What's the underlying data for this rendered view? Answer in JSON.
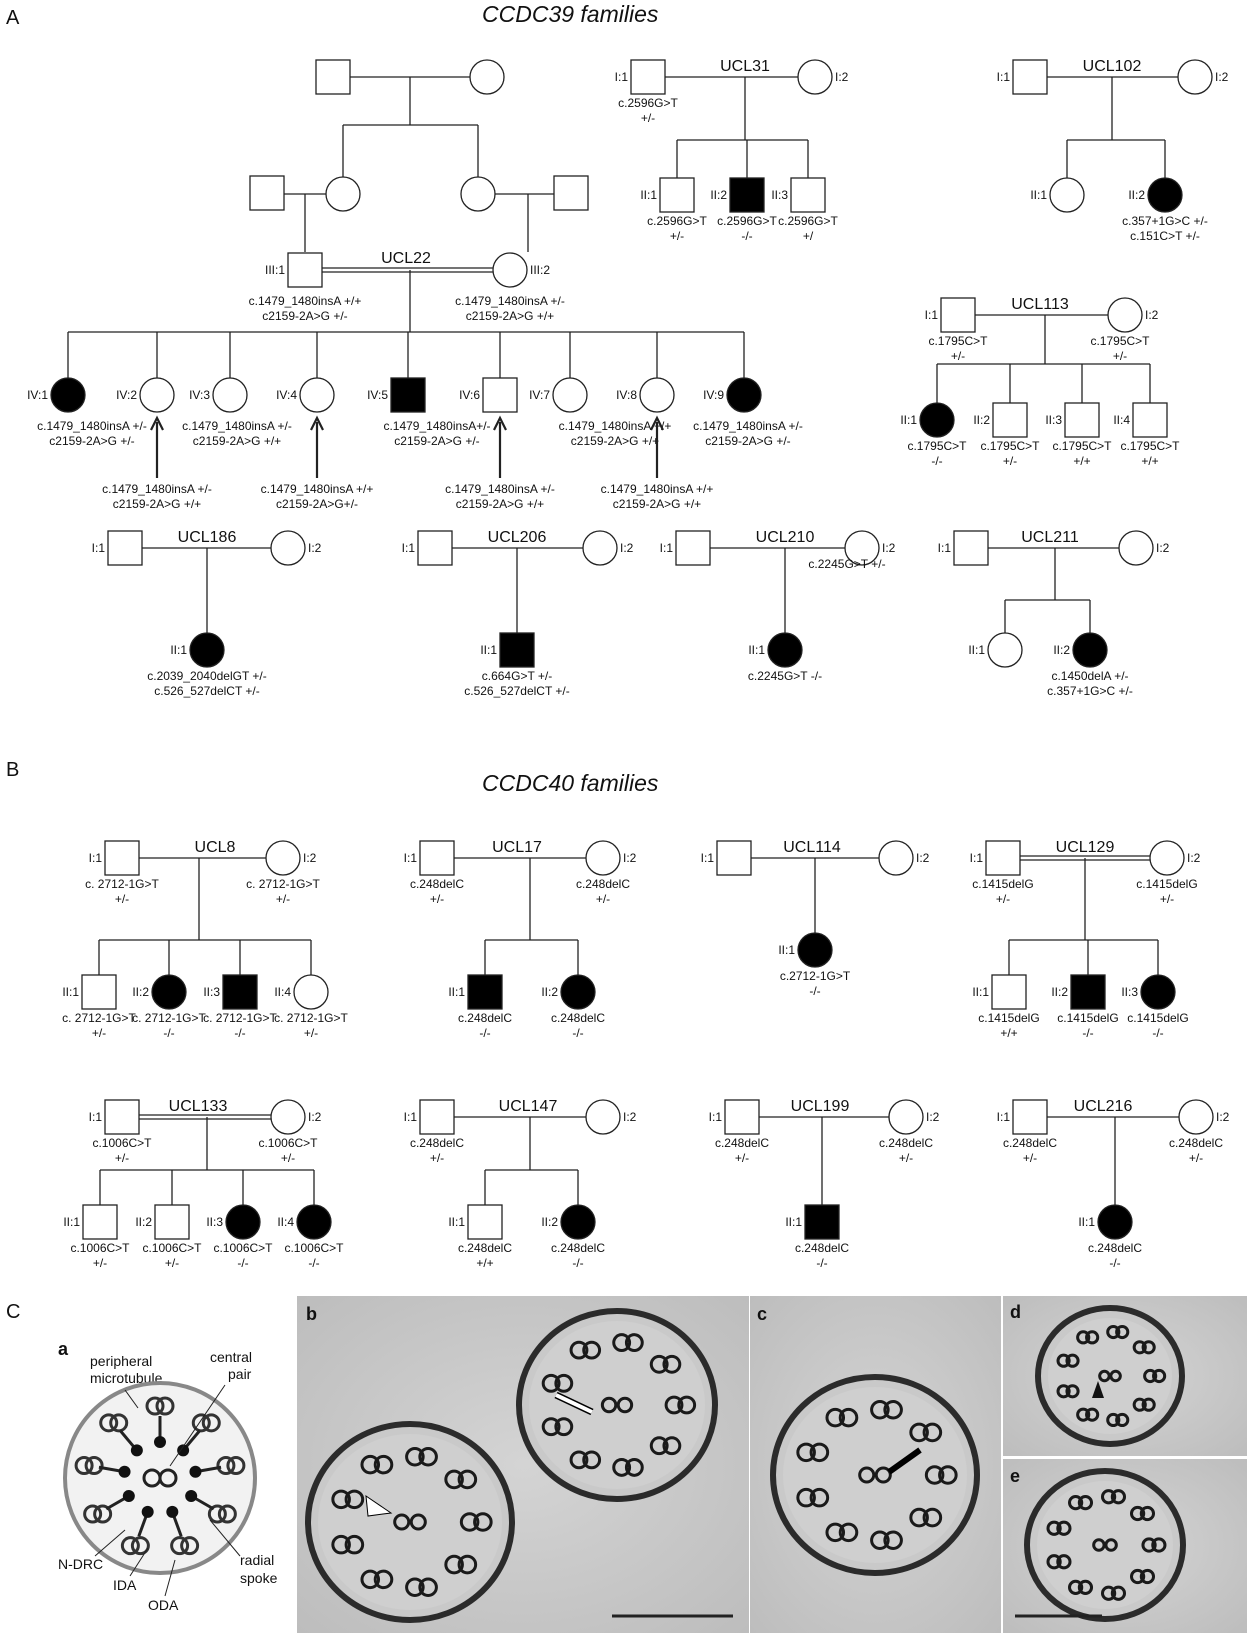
{
  "section_a": {
    "letter": "A",
    "title": "CCDC39 families"
  },
  "section_b": {
    "letter": "B",
    "title": "CCDC40 families"
  },
  "section_c": {
    "letter": "C"
  },
  "families_a": [
    {
      "name": "UCL22",
      "members": [
        {
          "id": "III:1",
          "sex": "M",
          "affected": false,
          "lines": [
            "c.1479_1480insA +/+",
            "c2159-2A>G +/-"
          ]
        },
        {
          "id": "III:2",
          "sex": "F",
          "affected": false,
          "lines": [
            "c.1479_1480insA +/-",
            "c2159-2A>G +/+"
          ]
        },
        {
          "id": "IV:1",
          "sex": "F",
          "affected": true,
          "lines": [
            "c.1479_1480insA +/-",
            "c2159-2A>G +/-"
          ]
        },
        {
          "id": "IV:2",
          "sex": "F",
          "affected": false,
          "lines": [
            "c.1479_1480insA +/-",
            "c2159-2A>G +/+"
          ]
        },
        {
          "id": "IV:3",
          "sex": "F",
          "affected": false,
          "lines": [
            "c.1479_1480insA +/-",
            "c2159-2A>G +/+"
          ]
        },
        {
          "id": "IV:4",
          "sex": "F",
          "affected": false,
          "lines": [
            "c.1479_1480insA +/+",
            "c2159-2A>G+/-"
          ]
        },
        {
          "id": "IV:5",
          "sex": "M",
          "affected": true,
          "lines": [
            "c.1479_1480insA+/-",
            "c2159-2A>G +/-"
          ]
        },
        {
          "id": "IV:6",
          "sex": "M",
          "affected": false,
          "lines": [
            "c.1479_1480insA +/-",
            "c2159-2A>G +/+"
          ]
        },
        {
          "id": "IV:7",
          "sex": "F",
          "affected": false,
          "lines": [
            "c.1479_1480insA +/+",
            "c2159-2A>G +/+"
          ]
        },
        {
          "id": "IV:8",
          "sex": "F",
          "affected": false,
          "lines": [
            "c.1479_1480insA +/+",
            "c2159-2A>G +/+"
          ]
        },
        {
          "id": "IV:9",
          "sex": "F",
          "affected": true,
          "lines": [
            "c.1479_1480insA +/-",
            "c2159-2A>G +/-"
          ]
        }
      ]
    },
    {
      "name": "UCL31",
      "members": [
        {
          "id": "I:1",
          "sex": "M",
          "affected": false,
          "lines": [
            "c.2596G>T",
            "+/-"
          ]
        },
        {
          "id": "I:2",
          "sex": "F",
          "affected": false,
          "lines": []
        },
        {
          "id": "II:1",
          "sex": "M",
          "affected": false,
          "lines": [
            "c.2596G>T",
            "+/-"
          ]
        },
        {
          "id": "II:2",
          "sex": "M",
          "affected": true,
          "lines": [
            "c.2596G>T",
            "-/-"
          ]
        },
        {
          "id": "II:3",
          "sex": "M",
          "affected": false,
          "lines": [
            "c.2596G>T",
            "+/"
          ]
        }
      ]
    },
    {
      "name": "UCL102",
      "members": [
        {
          "id": "I:1",
          "sex": "M",
          "affected": false,
          "lines": []
        },
        {
          "id": "I:2",
          "sex": "F",
          "affected": false,
          "lines": []
        },
        {
          "id": "II:1",
          "sex": "F",
          "affected": false,
          "lines": []
        },
        {
          "id": "II:2",
          "sex": "F",
          "affected": true,
          "lines": [
            "c.357+1G>C +/-",
            "c.151C>T +/-"
          ]
        }
      ]
    },
    {
      "name": "UCL113",
      "members": [
        {
          "id": "I:1",
          "sex": "M",
          "affected": false,
          "lines": [
            "c.1795C>T",
            "+/-"
          ]
        },
        {
          "id": "I:2",
          "sex": "F",
          "affected": false,
          "lines": [
            "c.1795C>T",
            "+/-"
          ]
        },
        {
          "id": "II:1",
          "sex": "F",
          "affected": true,
          "lines": [
            "c.1795C>T",
            "-/-"
          ]
        },
        {
          "id": "II:2",
          "sex": "M",
          "affected": false,
          "lines": [
            "c.1795C>T",
            "+/-"
          ]
        },
        {
          "id": "II:3",
          "sex": "M",
          "affected": false,
          "lines": [
            "c.1795C>T",
            "+/+"
          ]
        },
        {
          "id": "II:4",
          "sex": "M",
          "affected": false,
          "lines": [
            "c.1795C>T",
            "+/+"
          ]
        }
      ]
    },
    {
      "name": "UCL186",
      "members": [
        {
          "id": "I:1",
          "sex": "M",
          "affected": false,
          "lines": []
        },
        {
          "id": "I:2",
          "sex": "F",
          "affected": false,
          "lines": []
        },
        {
          "id": "II:1",
          "sex": "F",
          "affected": true,
          "lines": [
            "c.2039_2040delGT +/-",
            "c.526_527delCT +/-"
          ]
        }
      ]
    },
    {
      "name": "UCL206",
      "members": [
        {
          "id": "I:1",
          "sex": "M",
          "affected": false,
          "lines": []
        },
        {
          "id": "I:2",
          "sex": "F",
          "affected": false,
          "lines": []
        },
        {
          "id": "II:1",
          "sex": "M",
          "affected": true,
          "lines": [
            "c.664G>T +/-",
            "c.526_527delCT +/-"
          ]
        }
      ]
    },
    {
      "name": "UCL210",
      "members": [
        {
          "id": "I:1",
          "sex": "M",
          "affected": false,
          "lines": []
        },
        {
          "id": "I:2",
          "sex": "F",
          "affected": false,
          "lines": [
            "c.2245G>T +/-"
          ]
        },
        {
          "id": "II:1",
          "sex": "F",
          "affected": true,
          "lines": [
            "c.2245G>T -/-"
          ]
        }
      ]
    },
    {
      "name": "UCL211",
      "members": [
        {
          "id": "I:1",
          "sex": "M",
          "affected": false,
          "lines": []
        },
        {
          "id": "I:2",
          "sex": "F",
          "affected": false,
          "lines": []
        },
        {
          "id": "II:1",
          "sex": "F",
          "affected": false,
          "lines": []
        },
        {
          "id": "II:2",
          "sex": "F",
          "affected": true,
          "lines": [
            "c.1450delA +/-",
            "c.357+1G>C +/-"
          ]
        }
      ]
    }
  ],
  "families_b": [
    {
      "name": "UCL8",
      "members": [
        {
          "id": "I:1",
          "sex": "M",
          "affected": false,
          "lines": [
            "c. 2712-1G>T",
            "+/-"
          ]
        },
        {
          "id": "I:2",
          "sex": "F",
          "affected": false,
          "lines": [
            "c. 2712-1G>T",
            "+/-"
          ]
        },
        {
          "id": "II:1",
          "sex": "M",
          "affected": false,
          "lines": [
            "c. 2712-1G>T",
            "+/-"
          ]
        },
        {
          "id": "II:2",
          "sex": "F",
          "affected": true,
          "lines": [
            "c. 2712-1G>T",
            "-/-"
          ]
        },
        {
          "id": "II:3",
          "sex": "M",
          "affected": true,
          "lines": [
            "c. 2712-1G>T",
            "-/-"
          ]
        },
        {
          "id": "II:4",
          "sex": "F",
          "affected": false,
          "lines": [
            "c. 2712-1G>T",
            "+/-"
          ]
        }
      ]
    },
    {
      "name": "UCL17",
      "members": [
        {
          "id": "I:1",
          "sex": "M",
          "affected": false,
          "lines": [
            "c.248delC",
            "+/-"
          ]
        },
        {
          "id": "I:2",
          "sex": "F",
          "affected": false,
          "lines": [
            "c.248delC",
            "+/-"
          ]
        },
        {
          "id": "II:1",
          "sex": "M",
          "affected": true,
          "lines": [
            "c.248delC",
            "-/-"
          ]
        },
        {
          "id": "II:2",
          "sex": "F",
          "affected": true,
          "lines": [
            "c.248delC",
            "-/-"
          ]
        }
      ]
    },
    {
      "name": "UCL114",
      "members": [
        {
          "id": "I:1",
          "sex": "M",
          "affected": false,
          "lines": []
        },
        {
          "id": "I:2",
          "sex": "F",
          "affected": false,
          "lines": []
        },
        {
          "id": "II:1",
          "sex": "F",
          "affected": true,
          "lines": [
            "c.2712-1G>T",
            "-/-"
          ]
        }
      ]
    },
    {
      "name": "UCL129",
      "members": [
        {
          "id": "I:1",
          "sex": "M",
          "affected": false,
          "lines": [
            "c.1415delG",
            "+/-"
          ]
        },
        {
          "id": "I:2",
          "sex": "F",
          "affected": false,
          "lines": [
            "c.1415delG",
            "+/-"
          ]
        },
        {
          "id": "II:1",
          "sex": "M",
          "affected": false,
          "lines": [
            "c.1415delG",
            "+/+"
          ]
        },
        {
          "id": "II:2",
          "sex": "M",
          "affected": true,
          "lines": [
            "c.1415delG",
            "-/-"
          ]
        },
        {
          "id": "II:3",
          "sex": "F",
          "affected": true,
          "lines": [
            "c.1415delG",
            "-/-"
          ]
        }
      ]
    },
    {
      "name": "UCL133",
      "members": [
        {
          "id": "I:1",
          "sex": "M",
          "affected": false,
          "lines": [
            "c.1006C>T",
            "+/-"
          ]
        },
        {
          "id": "I:2",
          "sex": "F",
          "affected": false,
          "lines": [
            "c.1006C>T",
            "+/-"
          ]
        },
        {
          "id": "II:1",
          "sex": "M",
          "affected": false,
          "lines": [
            "c.1006C>T",
            "+/-"
          ]
        },
        {
          "id": "II:2",
          "sex": "M",
          "affected": false,
          "lines": [
            "c.1006C>T",
            "+/-"
          ]
        },
        {
          "id": "II:3",
          "sex": "F",
          "affected": true,
          "lines": [
            "c.1006C>T",
            "-/-"
          ]
        },
        {
          "id": "II:4",
          "sex": "F",
          "affected": true,
          "lines": [
            "c.1006C>T",
            "-/-"
          ]
        }
      ]
    },
    {
      "name": "UCL147",
      "members": [
        {
          "id": "I:1",
          "sex": "M",
          "affected": false,
          "lines": [
            "c.248delC",
            "+/-"
          ]
        },
        {
          "id": "I:2",
          "sex": "F",
          "affected": false,
          "lines": []
        },
        {
          "id": "II:1",
          "sex": "M",
          "affected": false,
          "lines": [
            "c.248delC",
            "+/+"
          ]
        },
        {
          "id": "II:2",
          "sex": "F",
          "affected": true,
          "lines": [
            "c.248delC",
            "-/-"
          ]
        }
      ]
    },
    {
      "name": "UCL199",
      "members": [
        {
          "id": "I:1",
          "sex": "M",
          "affected": false,
          "lines": [
            "c.248delC",
            "+/-"
          ]
        },
        {
          "id": "I:2",
          "sex": "F",
          "affected": false,
          "lines": [
            "c.248delC",
            "+/-"
          ]
        },
        {
          "id": "II:1",
          "sex": "M",
          "affected": true,
          "lines": [
            "c.248delC",
            "-/-"
          ]
        }
      ]
    },
    {
      "name": "UCL216",
      "members": [
        {
          "id": "I:1",
          "sex": "M",
          "affected": false,
          "lines": [
            "c.248delC",
            "+/-"
          ]
        },
        {
          "id": "I:2",
          "sex": "F",
          "affected": false,
          "lines": [
            "c.248delC",
            "+/-"
          ]
        },
        {
          "id": "II:1",
          "sex": "F",
          "affected": true,
          "lines": [
            "c.248delC",
            "-/-"
          ]
        }
      ]
    }
  ],
  "schematic": {
    "letter": "a",
    "labels": [
      "peripheral",
      "microtubule",
      "central",
      "pair",
      "N-DRC",
      "IDA",
      "ODA",
      "radial",
      "spoke"
    ]
  },
  "micrographs": [
    "b",
    "c",
    "d",
    "e"
  ]
}
